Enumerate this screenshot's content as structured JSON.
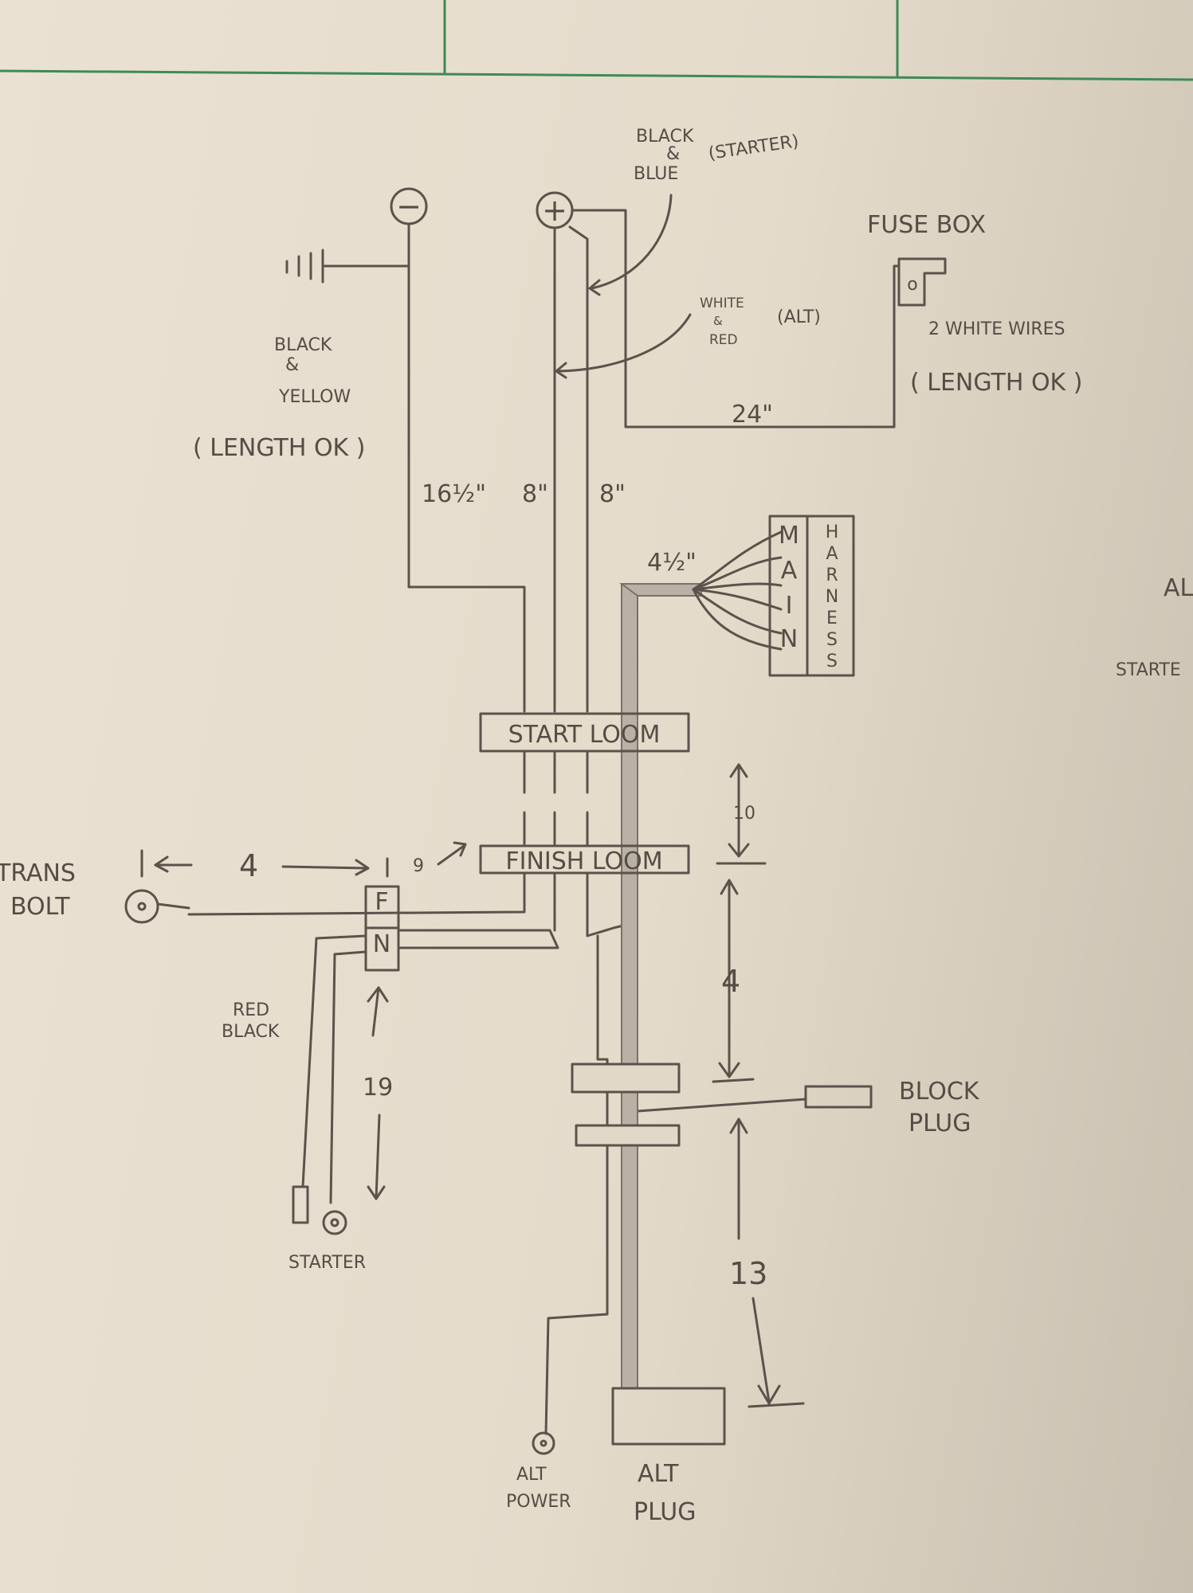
{
  "battery": {
    "negative_symbol": "−",
    "positive_symbol": "+"
  },
  "labels": {
    "neg_wire_color_1": "BLACK",
    "neg_wire_color_and": "&",
    "neg_wire_color_2": "YELLOW",
    "neg_wire_note": "( LENGTH OK )",
    "starter_wire_color_1": "BLACK",
    "starter_wire_color_and": "&",
    "starter_wire_color_2": "BLUE",
    "starter_wire_note": "(STARTER)",
    "alt_wire_color_1": "WHITE",
    "alt_wire_color_and": "&",
    "alt_wire_color_2": "RED",
    "alt_wire_note": "(ALT)",
    "fuse_box": "FUSE BOX",
    "fuse_box_terminal": "o",
    "fuse_wires": "2 WHITE WIRES",
    "fuse_wires_note": "( LENGTH OK )",
    "main_harness": [
      "M",
      "A",
      "I",
      "N"
    ],
    "harness_word": [
      "H",
      "A",
      "R",
      "N",
      "E",
      "S",
      "S"
    ],
    "start_loom": "START LOOM",
    "finish_loom": "FINISH LOOM",
    "trans_bolt_1": "TRANS",
    "trans_bolt_2": "BOLT",
    "fn_terminal_f": "F",
    "fn_terminal_n": "N",
    "red_black_1": "RED",
    "red_black_2": "BLACK",
    "starter": "STARTER",
    "block_plug_1": "BLOCK",
    "block_plug_2": "PLUG",
    "alt_power_1": "ALT",
    "alt_power_2": "POWER",
    "alt_plug_1": "ALT",
    "alt_plug_2": "PLUG",
    "edge_alt": "AL",
    "edge_starter": "STARTE"
  },
  "dimensions": {
    "neg_wire": "16½\"",
    "pos_wire_1": "8\"",
    "pos_wire_2": "8\"",
    "fuse_wire": "24\"",
    "harness_branch": "4½\"",
    "trans_to_fn": "4",
    "fn_to_loom": "9",
    "start_to_finish": "10",
    "finish_to_clamp": "4",
    "fn_to_starter": "19",
    "clamp_to_alt": "13"
  }
}
